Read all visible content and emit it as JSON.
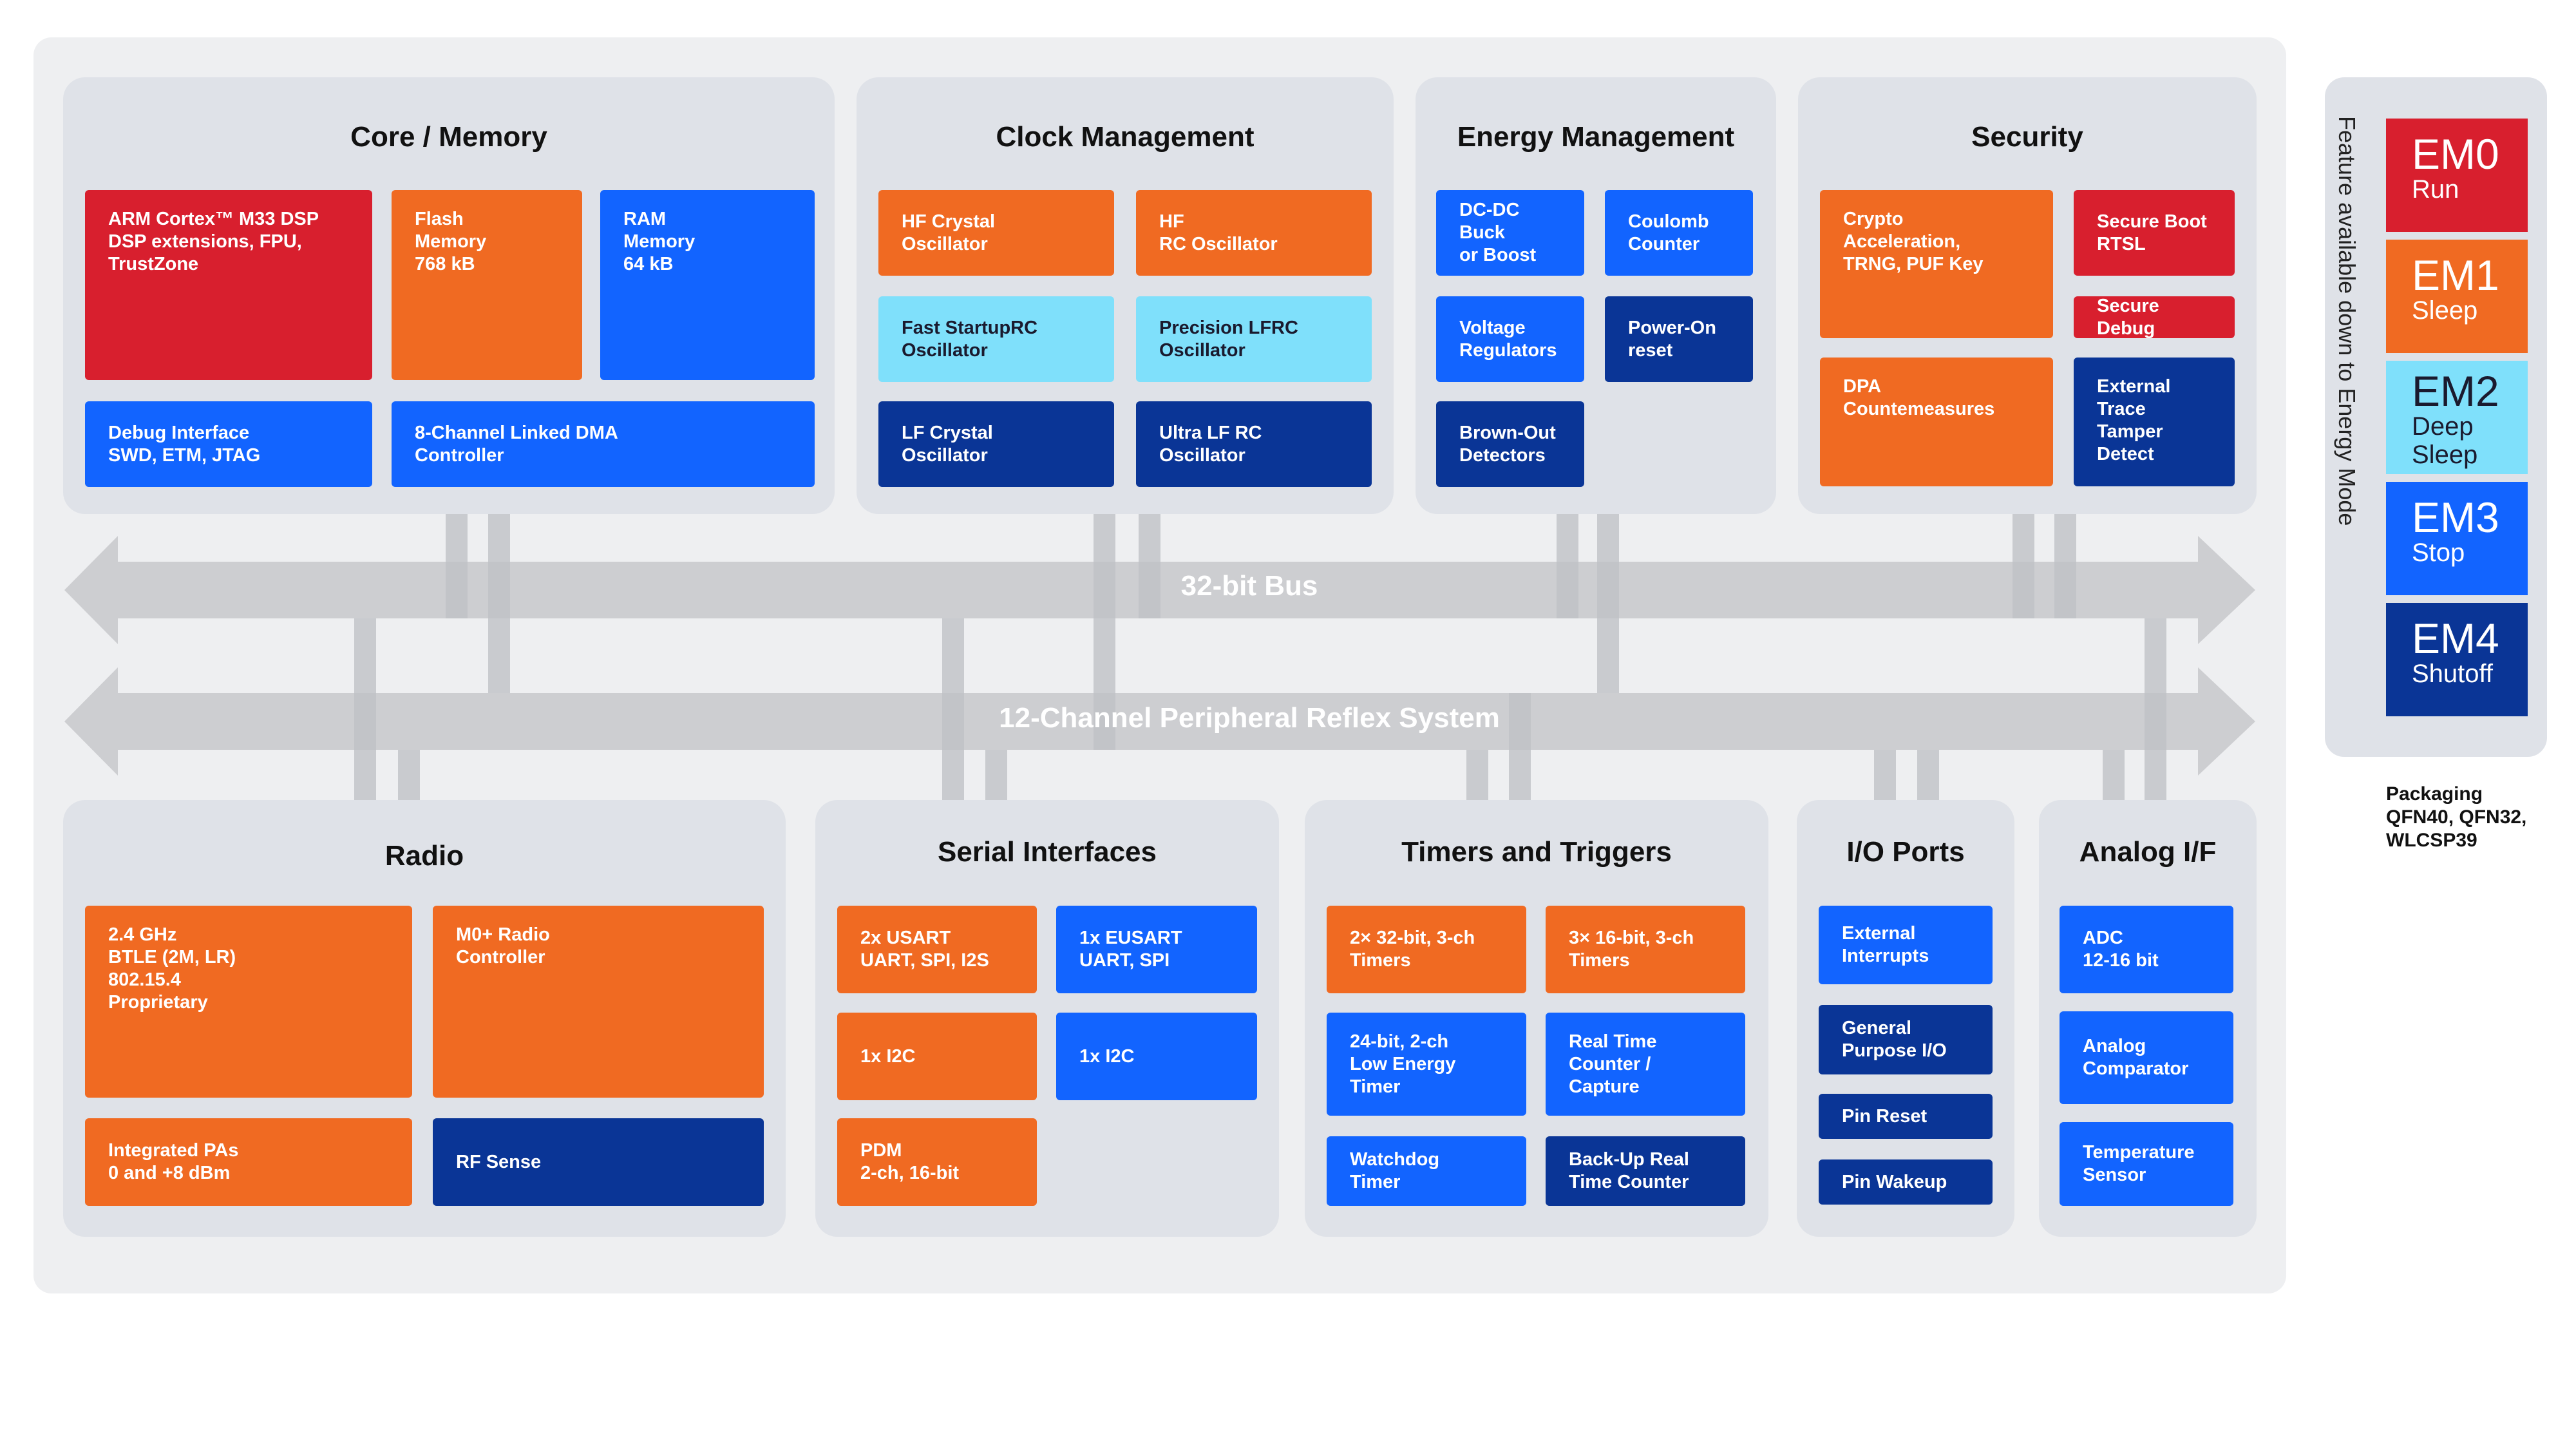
{
  "core": {
    "title": "Core / Memory",
    "arm": "ARM Cortex™ M33 DSP\nDSP extensions, FPU,\nTrustZone",
    "flash": "Flash\nMemory\n768 kB",
    "ram": "RAM\nMemory\n64 kB",
    "debug": "Debug Interface\nSWD, ETM, JTAG",
    "dma": "8-Channel Linked DMA\nController"
  },
  "clock": {
    "title": "Clock Management",
    "hf_crystal": "HF Crystal\nOscillator",
    "hf_rc": "HF\nRC Oscillator",
    "fast_startup": "Fast StartupRC\nOscillator",
    "precision_lfrc": "Precision LFRC\nOscillator",
    "lf_crystal": "LF Crystal\nOscillator",
    "ultra_lf": "Ultra LF RC\nOscillator"
  },
  "energy": {
    "title": "Energy Management",
    "dcdc": "DC-DC Buck\nor Boost",
    "coulomb": "Coulomb\nCounter",
    "voltage": "Voltage\nRegulators",
    "poweron": "Power-On\nreset",
    "brownout": "Brown-Out\nDetectors"
  },
  "security": {
    "title": "Security",
    "crypto": "Crypto\nAcceleration,\nTRNG, PUF Key",
    "secure_boot": "Secure Boot\nRTSL",
    "secure_debug": "Secure Debug",
    "dpa": "DPA\nCountemeasures",
    "tamper": "External Trace\nTamper Detect"
  },
  "bus": {
    "bus32": "32-bit Bus",
    "prs": "12-Channel Peripheral Reflex System"
  },
  "radio": {
    "title": "Radio",
    "ghz": "2.4 GHz\nBTLE (2M, LR)\n802.15.4\nProprietary",
    "m0": "M0+ Radio\nController",
    "pas": "Integrated PAs\n0 and +8 dBm",
    "rfsense": "RF Sense"
  },
  "serial": {
    "title": "Serial Interfaces",
    "usart": "2x USART\nUART, SPI, I2S",
    "eusart": "1x EUSART\nUART, SPI",
    "i2c_a": "1x I2C",
    "i2c_b": "1x I2C",
    "pdm": "PDM\n2-ch, 16-bit"
  },
  "timers": {
    "title": "Timers and Triggers",
    "t32": "2× 32-bit, 3-ch\nTimers",
    "t16": "3× 16-bit, 3-ch\nTimers",
    "t24": "24-bit, 2-ch\nLow Energy\nTimer",
    "rtc": "Real Time\nCounter /\nCapture",
    "watchdog": "Watchdog\nTimer",
    "backup": "Back-Up Real\nTime Counter"
  },
  "io": {
    "title": "I/O Ports",
    "ext_int": "External\nInterrupts",
    "gpio": "General\nPurpose I/O",
    "pin_reset": "Pin Reset",
    "pin_wakeup": "Pin Wakeup"
  },
  "analog": {
    "title": "Analog I/F",
    "adc": "ADC\n12-16 bit",
    "comparator": "Analog\nComparator",
    "temp": "Temperature\nSensor"
  },
  "legend": {
    "vertical": "Feature available down to Energy Mode",
    "em0": "EM0",
    "em0_sub": "Run",
    "em1": "EM1",
    "em1_sub": "Sleep",
    "em2": "EM2",
    "em2_sub": "Deep\nSleep",
    "em3": "EM3",
    "em3_sub": "Stop",
    "em4": "EM4",
    "em4_sub": "Shutoff"
  },
  "packaging": "Packaging\nQFN40, QFN32,\nWLCSP39",
  "colors": {
    "em0": "#d81f2e",
    "em1": "#f06a22",
    "em2": "#7fe0fb",
    "em3": "#1264ff",
    "em4": "#0a3596"
  }
}
